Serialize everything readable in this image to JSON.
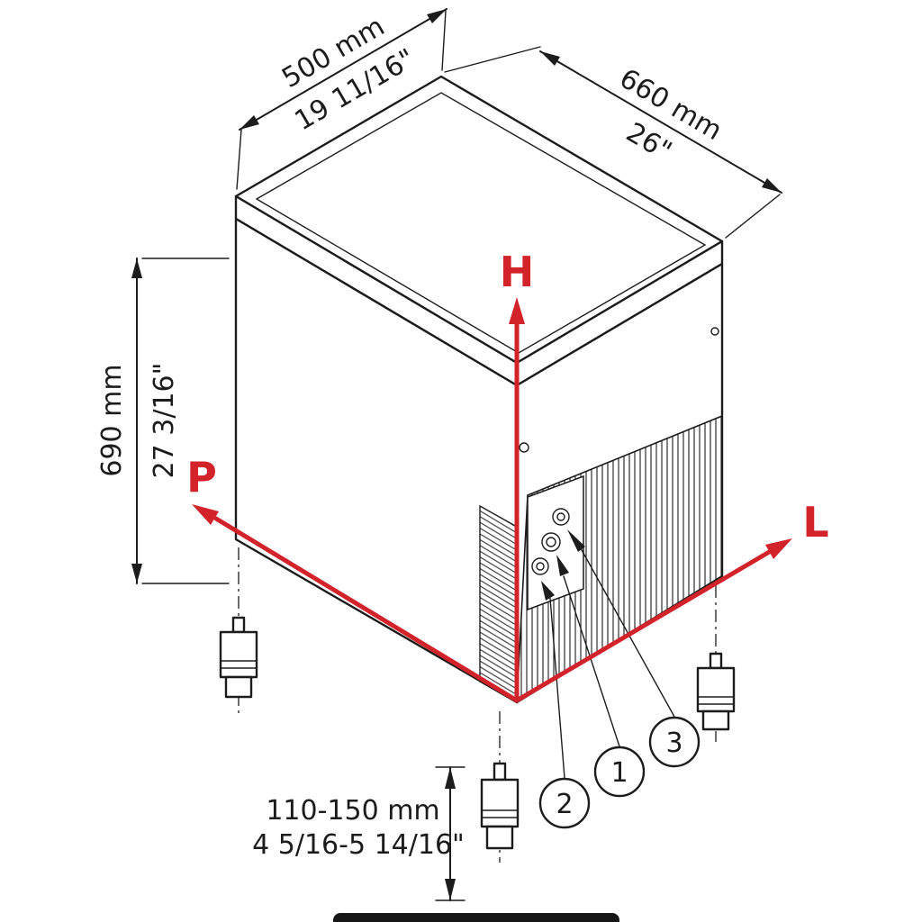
{
  "colors": {
    "ink": "#1c1c1c",
    "red": "#d2232a"
  },
  "dims": {
    "depth": {
      "metric": "500 mm",
      "imperial": "19 11/16\""
    },
    "width": {
      "metric": "660 mm",
      "imperial": "26\""
    },
    "height": {
      "metric": "690 mm",
      "imperial": "27 3/16\""
    },
    "feet": {
      "metric": "110-150 mm",
      "imperial": "4 5/16-5 14/16\""
    }
  },
  "axes": {
    "h": "H",
    "p": "P",
    "l": "L"
  },
  "callouts": [
    {
      "number": "2"
    },
    {
      "number": "1"
    },
    {
      "number": "3"
    }
  ]
}
